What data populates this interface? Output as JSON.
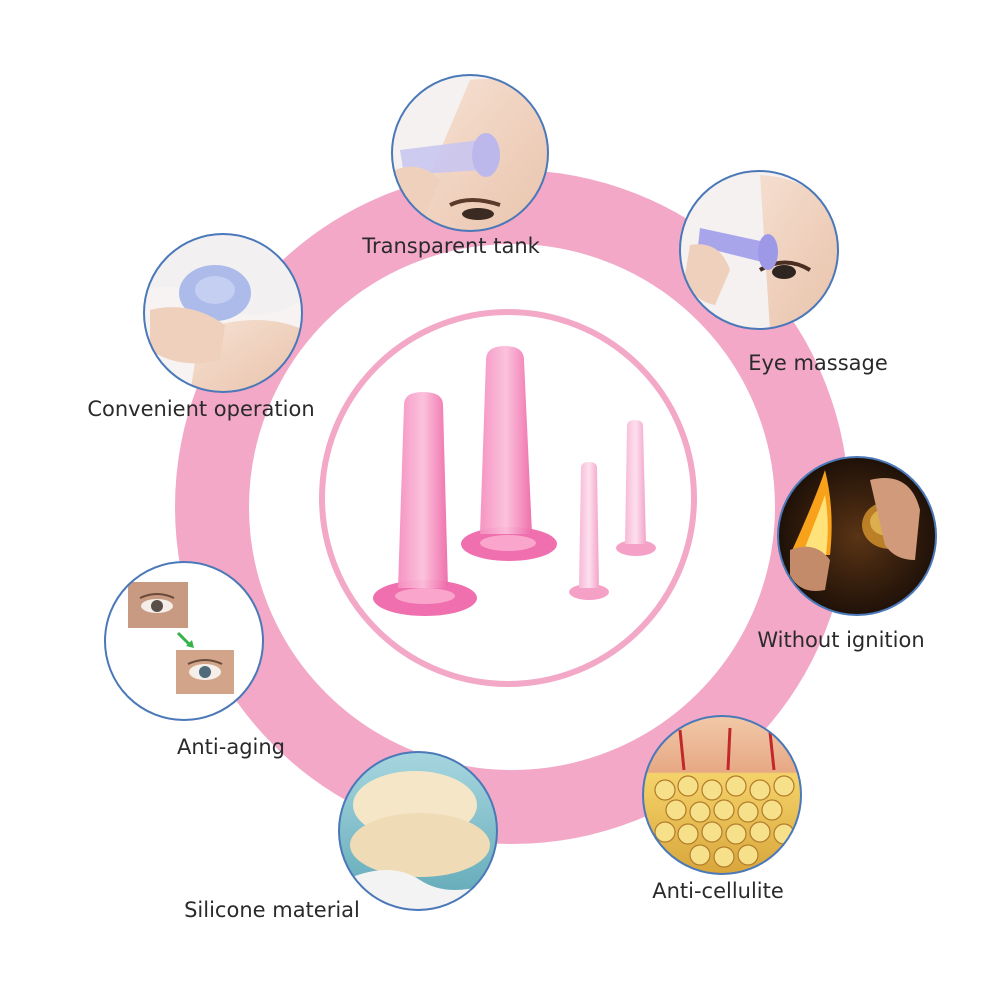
{
  "colors": {
    "ring": "#f2a8c6",
    "inner_ring": "#f2a8c6",
    "bubble_border": "#4a78b8",
    "background": "#ffffff",
    "cup_dark": "#f06fae",
    "cup_light": "#f7b6d3"
  },
  "features": [
    {
      "id": "transparent-tank",
      "label": "Transparent tank",
      "icon": "face-forehead-cup-photo"
    },
    {
      "id": "eye-massage",
      "label": "Eye massage",
      "icon": "eye-cup-photo"
    },
    {
      "id": "without-ignition",
      "label": "Without ignition",
      "icon": "fire-cup-photo"
    },
    {
      "id": "anti-cellulite",
      "label": "Anti-cellulite",
      "icon": "skin-layers-photo"
    },
    {
      "id": "silicone-material",
      "label": "Silicone material",
      "icon": "silicone-pad-photo"
    },
    {
      "id": "anti-aging",
      "label": "Anti-aging",
      "icon": "eye-before-after-photo"
    },
    {
      "id": "convenient-operation",
      "label": "Convenient operation",
      "icon": "arm-cup-photo"
    }
  ],
  "product": {
    "icon": "silicone-cups-set-photo",
    "cup_count": 4
  }
}
